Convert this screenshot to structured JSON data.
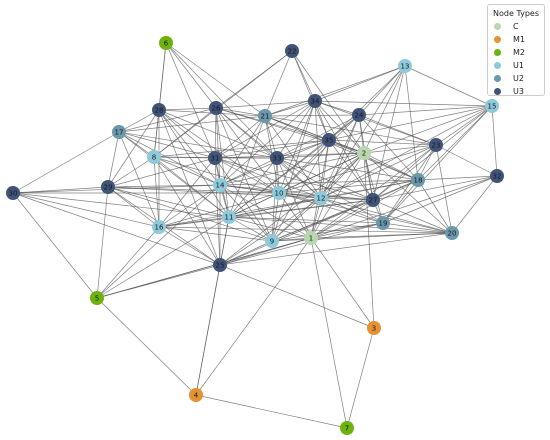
{
  "legend": {
    "title": "Node Types",
    "items": [
      {
        "label": "C",
        "color": "#b7d7ae"
      },
      {
        "label": "M1",
        "color": "#e69232"
      },
      {
        "label": "M2",
        "color": "#6db30e"
      },
      {
        "label": "U1",
        "color": "#8ecadc"
      },
      {
        "label": "U2",
        "color": "#6a98ad"
      },
      {
        "label": "U3",
        "color": "#3f5478"
      }
    ]
  },
  "nodes": [
    {
      "id": "1",
      "type": "C"
    },
    {
      "id": "2",
      "type": "C"
    },
    {
      "id": "3",
      "type": "M1"
    },
    {
      "id": "4",
      "type": "M1"
    },
    {
      "id": "5",
      "type": "M2"
    },
    {
      "id": "6",
      "type": "M2"
    },
    {
      "id": "7",
      "type": "M2"
    },
    {
      "id": "8",
      "type": "U1"
    },
    {
      "id": "9",
      "type": "U1"
    },
    {
      "id": "10",
      "type": "U1"
    },
    {
      "id": "11",
      "type": "U1"
    },
    {
      "id": "12",
      "type": "U1"
    },
    {
      "id": "13",
      "type": "U1"
    },
    {
      "id": "14",
      "type": "U1"
    },
    {
      "id": "15",
      "type": "U1"
    },
    {
      "id": "16",
      "type": "U1"
    },
    {
      "id": "17",
      "type": "U2"
    },
    {
      "id": "18",
      "type": "U2"
    },
    {
      "id": "19",
      "type": "U2"
    },
    {
      "id": "20",
      "type": "U2"
    },
    {
      "id": "21",
      "type": "U2"
    },
    {
      "id": "22",
      "type": "U3"
    },
    {
      "id": "23",
      "type": "U3"
    },
    {
      "id": "24",
      "type": "U3"
    },
    {
      "id": "25",
      "type": "U3"
    },
    {
      "id": "26",
      "type": "U3"
    },
    {
      "id": "27",
      "type": "U3"
    },
    {
      "id": "28",
      "type": "U3"
    },
    {
      "id": "29",
      "type": "U3"
    },
    {
      "id": "30",
      "type": "U3"
    },
    {
      "id": "31",
      "type": "U3"
    },
    {
      "id": "32",
      "type": "U3"
    },
    {
      "id": "33",
      "type": "U3"
    },
    {
      "id": "34",
      "type": "U3"
    },
    {
      "id": "35",
      "type": "U3"
    }
  ],
  "edges": [
    [
      "6",
      "28"
    ],
    [
      "6",
      "26"
    ],
    [
      "6",
      "31"
    ],
    [
      "6",
      "33"
    ],
    [
      "6",
      "21"
    ],
    [
      "6",
      "8"
    ],
    [
      "22",
      "26"
    ],
    [
      "22",
      "21"
    ],
    [
      "22",
      "34"
    ],
    [
      "22",
      "35"
    ],
    [
      "22",
      "2"
    ],
    [
      "22",
      "8"
    ],
    [
      "13",
      "21"
    ],
    [
      "13",
      "34"
    ],
    [
      "13",
      "24"
    ],
    [
      "13",
      "15"
    ],
    [
      "13",
      "35"
    ],
    [
      "13",
      "2"
    ],
    [
      "13",
      "18"
    ],
    [
      "13",
      "27"
    ],
    [
      "13",
      "12"
    ],
    [
      "15",
      "34"
    ],
    [
      "15",
      "24"
    ],
    [
      "15",
      "23"
    ],
    [
      "15",
      "18"
    ],
    [
      "15",
      "27"
    ],
    [
      "15",
      "32"
    ],
    [
      "15",
      "2"
    ],
    [
      "15",
      "12"
    ],
    [
      "15",
      "35"
    ],
    [
      "15",
      "19"
    ],
    [
      "28",
      "26"
    ],
    [
      "28",
      "21"
    ],
    [
      "28",
      "31"
    ],
    [
      "28",
      "8"
    ],
    [
      "28",
      "17"
    ],
    [
      "28",
      "14"
    ],
    [
      "28",
      "11"
    ],
    [
      "28",
      "10"
    ],
    [
      "28",
      "29"
    ],
    [
      "28",
      "33"
    ],
    [
      "28",
      "25"
    ],
    [
      "28",
      "16"
    ],
    [
      "26",
      "21"
    ],
    [
      "26",
      "34"
    ],
    [
      "26",
      "31"
    ],
    [
      "26",
      "33"
    ],
    [
      "26",
      "35"
    ],
    [
      "26",
      "14"
    ],
    [
      "26",
      "10"
    ],
    [
      "26",
      "11"
    ],
    [
      "26",
      "8"
    ],
    [
      "26",
      "2"
    ],
    [
      "26",
      "12"
    ],
    [
      "26",
      "9"
    ],
    [
      "21",
      "34"
    ],
    [
      "21",
      "24"
    ],
    [
      "21",
      "35"
    ],
    [
      "21",
      "31"
    ],
    [
      "21",
      "33"
    ],
    [
      "21",
      "2"
    ],
    [
      "21",
      "10"
    ],
    [
      "21",
      "14"
    ],
    [
      "21",
      "12"
    ],
    [
      "21",
      "23"
    ],
    [
      "21",
      "11"
    ],
    [
      "21",
      "18"
    ],
    [
      "34",
      "24"
    ],
    [
      "34",
      "35"
    ],
    [
      "34",
      "33"
    ],
    [
      "34",
      "2"
    ],
    [
      "34",
      "10"
    ],
    [
      "34",
      "12"
    ],
    [
      "34",
      "27"
    ],
    [
      "34",
      "31"
    ],
    [
      "34",
      "23"
    ],
    [
      "34",
      "14"
    ],
    [
      "34",
      "9"
    ],
    [
      "24",
      "35"
    ],
    [
      "24",
      "2"
    ],
    [
      "24",
      "23"
    ],
    [
      "24",
      "18"
    ],
    [
      "24",
      "27"
    ],
    [
      "24",
      "12"
    ],
    [
      "24",
      "11"
    ],
    [
      "24",
      "33"
    ],
    [
      "24",
      "1"
    ],
    [
      "24",
      "10"
    ],
    [
      "17",
      "8"
    ],
    [
      "17",
      "29"
    ],
    [
      "17",
      "30"
    ],
    [
      "17",
      "31"
    ],
    [
      "17",
      "14"
    ],
    [
      "17",
      "11"
    ],
    [
      "17",
      "21"
    ],
    [
      "17",
      "26"
    ],
    [
      "17",
      "16"
    ],
    [
      "17",
      "33"
    ],
    [
      "8",
      "31"
    ],
    [
      "8",
      "29"
    ],
    [
      "8",
      "14"
    ],
    [
      "8",
      "11"
    ],
    [
      "8",
      "10"
    ],
    [
      "8",
      "33"
    ],
    [
      "8",
      "16"
    ],
    [
      "8",
      "25"
    ],
    [
      "8",
      "35"
    ],
    [
      "31",
      "33"
    ],
    [
      "31",
      "35"
    ],
    [
      "31",
      "14"
    ],
    [
      "31",
      "10"
    ],
    [
      "31",
      "11"
    ],
    [
      "31",
      "12"
    ],
    [
      "31",
      "2"
    ],
    [
      "31",
      "29"
    ],
    [
      "31",
      "16"
    ],
    [
      "31",
      "25"
    ],
    [
      "31",
      "27"
    ],
    [
      "31",
      "9"
    ],
    [
      "33",
      "35"
    ],
    [
      "33",
      "2"
    ],
    [
      "33",
      "10"
    ],
    [
      "33",
      "14"
    ],
    [
      "33",
      "12"
    ],
    [
      "33",
      "11"
    ],
    [
      "33",
      "27"
    ],
    [
      "33",
      "18"
    ],
    [
      "33",
      "1"
    ],
    [
      "33",
      "9"
    ],
    [
      "33",
      "19"
    ],
    [
      "35",
      "2"
    ],
    [
      "35",
      "10"
    ],
    [
      "35",
      "12"
    ],
    [
      "35",
      "27"
    ],
    [
      "35",
      "23"
    ],
    [
      "35",
      "14"
    ],
    [
      "35",
      "11"
    ],
    [
      "35",
      "1"
    ],
    [
      "35",
      "9"
    ],
    [
      "35",
      "18"
    ],
    [
      "2",
      "23"
    ],
    [
      "2",
      "18"
    ],
    [
      "2",
      "27"
    ],
    [
      "2",
      "12"
    ],
    [
      "2",
      "10"
    ],
    [
      "2",
      "1"
    ],
    [
      "2",
      "19"
    ],
    [
      "2",
      "20"
    ],
    [
      "2",
      "9"
    ],
    [
      "2",
      "11"
    ],
    [
      "2",
      "3"
    ],
    [
      "2",
      "25"
    ],
    [
      "2",
      "14"
    ],
    [
      "23",
      "18"
    ],
    [
      "23",
      "27"
    ],
    [
      "23",
      "32"
    ],
    [
      "23",
      "12"
    ],
    [
      "23",
      "19"
    ],
    [
      "23",
      "1"
    ],
    [
      "23",
      "10"
    ],
    [
      "23",
      "20"
    ],
    [
      "30",
      "29"
    ],
    [
      "30",
      "14"
    ],
    [
      "30",
      "11"
    ],
    [
      "30",
      "16"
    ],
    [
      "30",
      "5"
    ],
    [
      "30",
      "25"
    ],
    [
      "30",
      "10"
    ],
    [
      "29",
      "14"
    ],
    [
      "29",
      "11"
    ],
    [
      "29",
      "16"
    ],
    [
      "29",
      "5"
    ],
    [
      "29",
      "25"
    ],
    [
      "29",
      "10"
    ],
    [
      "29",
      "9"
    ],
    [
      "29",
      "12"
    ],
    [
      "14",
      "10"
    ],
    [
      "14",
      "11"
    ],
    [
      "14",
      "12"
    ],
    [
      "14",
      "16"
    ],
    [
      "14",
      "25"
    ],
    [
      "14",
      "27"
    ],
    [
      "14",
      "9"
    ],
    [
      "14",
      "18"
    ],
    [
      "14",
      "1"
    ],
    [
      "10",
      "12"
    ],
    [
      "10",
      "11"
    ],
    [
      "10",
      "27"
    ],
    [
      "10",
      "9"
    ],
    [
      "10",
      "1"
    ],
    [
      "10",
      "18"
    ],
    [
      "10",
      "19"
    ],
    [
      "10",
      "20"
    ],
    [
      "10",
      "16"
    ],
    [
      "12",
      "27"
    ],
    [
      "12",
      "18"
    ],
    [
      "12",
      "19"
    ],
    [
      "12",
      "1"
    ],
    [
      "12",
      "11"
    ],
    [
      "12",
      "9"
    ],
    [
      "12",
      "20"
    ],
    [
      "12",
      "16"
    ],
    [
      "18",
      "27"
    ],
    [
      "18",
      "32"
    ],
    [
      "18",
      "19"
    ],
    [
      "18",
      "1"
    ],
    [
      "18",
      "20"
    ],
    [
      "18",
      "11"
    ],
    [
      "18",
      "9"
    ],
    [
      "27",
      "32"
    ],
    [
      "27",
      "19"
    ],
    [
      "27",
      "1"
    ],
    [
      "27",
      "11"
    ],
    [
      "27",
      "9"
    ],
    [
      "27",
      "20"
    ],
    [
      "27",
      "16"
    ],
    [
      "27",
      "25"
    ],
    [
      "32",
      "20"
    ],
    [
      "32",
      "19"
    ],
    [
      "32",
      "1"
    ],
    [
      "16",
      "11"
    ],
    [
      "16",
      "9"
    ],
    [
      "16",
      "5"
    ],
    [
      "16",
      "25"
    ],
    [
      "16",
      "20"
    ],
    [
      "11",
      "9"
    ],
    [
      "11",
      "1"
    ],
    [
      "11",
      "25"
    ],
    [
      "11",
      "5"
    ],
    [
      "11",
      "20"
    ],
    [
      "11",
      "19"
    ],
    [
      "9",
      "1"
    ],
    [
      "9",
      "25"
    ],
    [
      "9",
      "19"
    ],
    [
      "19",
      "1"
    ],
    [
      "19",
      "20"
    ],
    [
      "19",
      "25"
    ],
    [
      "20",
      "1"
    ],
    [
      "20",
      "25"
    ],
    [
      "20",
      "9"
    ],
    [
      "1",
      "25"
    ],
    [
      "1",
      "3"
    ],
    [
      "1",
      "7"
    ],
    [
      "1",
      "4"
    ],
    [
      "1",
      "5"
    ],
    [
      "25",
      "5"
    ],
    [
      "25",
      "3"
    ],
    [
      "25",
      "4"
    ],
    [
      "25",
      "12"
    ],
    [
      "5",
      "4"
    ],
    [
      "5",
      "1"
    ],
    [
      "3",
      "7"
    ],
    [
      "4",
      "7"
    ],
    [
      "4",
      "11"
    ],
    [
      "5",
      "14"
    ]
  ]
}
